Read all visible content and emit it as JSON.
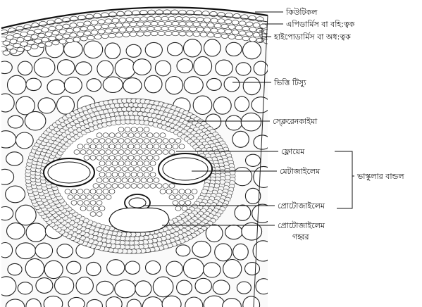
{
  "labels": {
    "cuticle": "কিউটিকল",
    "epidermis": "এপিডার্মিস বা বহি:ত্বক",
    "hypodermis": "হাইপোডার্মিস বা অধ:ত্বক",
    "ground_tissue": "ভিত্তি টিস্যু",
    "sclerenchyma": "স্ক্লেরেনকাইমা",
    "phloem": "ফ্লোয়েম",
    "metaxylem": "মেটাজাইলেম",
    "vascular_bundle": "ভাস্কুলার বান্ডল",
    "protoxylem": "প্রোটোজাইলেম",
    "protoxylem_cavity_line1": "প্রোটোজাইলেম",
    "protoxylem_cavity_line2": "গহ্বর"
  }
}
